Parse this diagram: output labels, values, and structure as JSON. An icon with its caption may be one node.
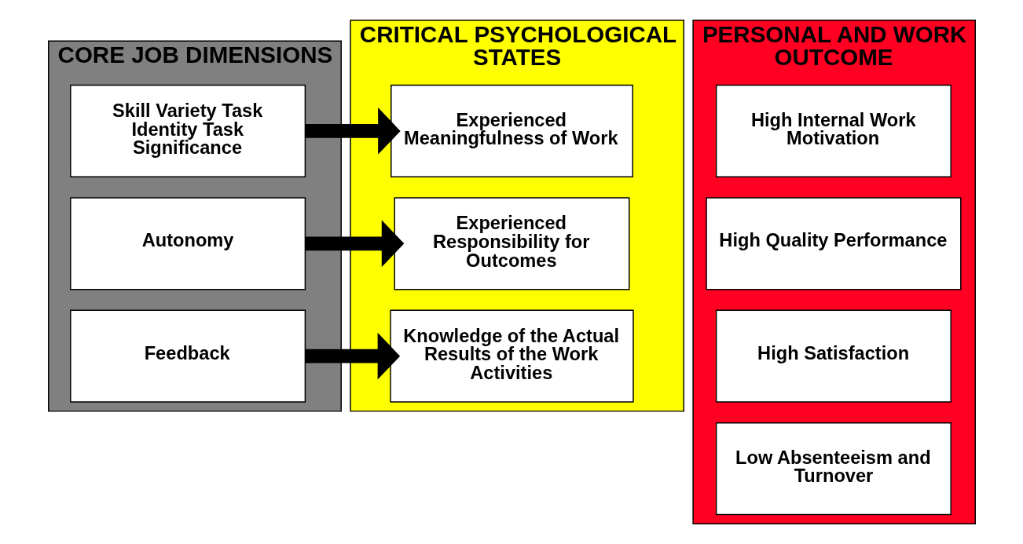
{
  "diagram": {
    "nodes": [
      {
        "text": [
          "CORE JOB DIMENSIONS"
        ]
      },
      {
        "text": [
          "Skill Variety Task Identity Task Significance"
        ],
        "in": 0
      },
      {
        "text": [
          "Autonomy"
        ],
        "in": 0
      },
      {
        "text": [
          "Feedback"
        ],
        "in": 0
      },
      {
        "text": [
          "CRITICAL PSYCHOLOGICAL STATES"
        ]
      },
      {
        "text": [
          "Experienced Meaningfulness of Work"
        ],
        "in": 4
      },
      {
        "text": [
          "Experienced Responsibility for Outcomes"
        ],
        "in": 4
      },
      {
        "text": [
          "Knowledge of the Actual Results of the Work Activities"
        ],
        "in": 4
      },
      {
        "text": [
          "PERSONAL AND WORK OUTCOME"
        ]
      },
      {
        "text": [
          "High Internal Work Motivation"
        ],
        "in": 8
      },
      {
        "text": [
          "High Quality Performance"
        ],
        "in": 8
      },
      {
        "text": [
          "High Satisfaction"
        ],
        "in": 8
      },
      {
        "text": [
          "Low Absenteeism and Turnover"
        ],
        "in": 8
      }
    ],
    "edges": [
      {
        "from": 1,
        "to": 5,
        "arrow": "to"
      },
      {
        "from": 2,
        "to": 6,
        "arrow": "to"
      },
      {
        "from": 3,
        "to": 7,
        "arrow": "to"
      }
    ]
  }
}
